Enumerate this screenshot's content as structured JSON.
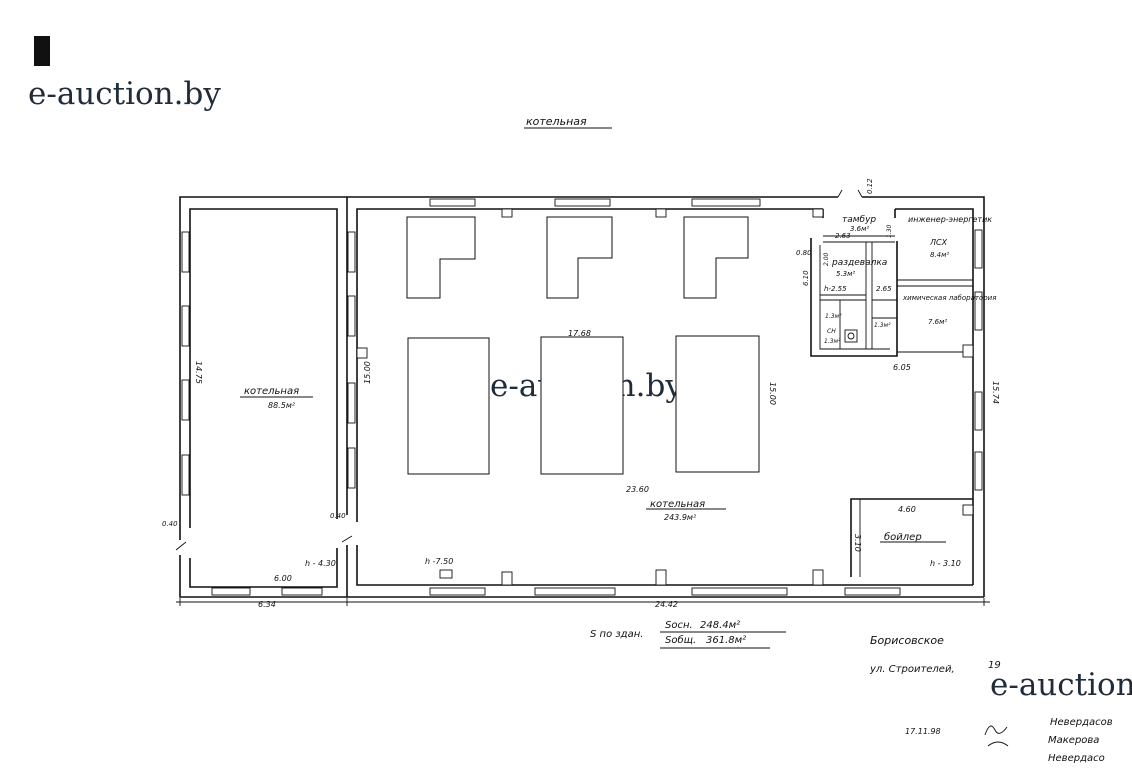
{
  "watermark": "e-auction.by",
  "header_title": "котельная",
  "rooms": {
    "boiler_left_name": "котельная",
    "boiler_left_area": "88.5м²",
    "boiler_main_name": "котельная",
    "boiler_main_area": "243.9м²",
    "vestibule_name": "тамбур",
    "vestibule_area": "3.6м²",
    "dispatch_name": "раздевалка",
    "dispatch_area": "5.3м²",
    "engineer_name": "инженер-энергетик",
    "engineer_sub": "ЛСХ",
    "engineer_area": "8.4м²",
    "lab_name": "химическая лаборатория",
    "lab_area": "7.6м²",
    "boiler_unit_name": "бойлер",
    "wc_label": "СН",
    "wc_area": "1.3м²",
    "shower_area": "1.3м²",
    "small_area": "1.3м²"
  },
  "dims": {
    "d1475": "14.75",
    "d1500a": "15.00",
    "d1500b": "15.00",
    "d1574": "15.74",
    "d1768": "17.68",
    "d2360": "23.60",
    "d460": "4.60",
    "d310": "3.10",
    "d605": "6.05",
    "d600": "6.00",
    "d634": "6.34",
    "d2442": "24.42",
    "d040a": "0.40",
    "d040b": "0.40",
    "d012": "0.12",
    "d080": "0.80",
    "d610": "6.10",
    "d200": "2.00",
    "d263": "2.63",
    "d265": "2.65",
    "d130": "1.30",
    "h_left": "h - 4.30",
    "h_mid": "h -7.50",
    "h_right": "h - 3.10",
    "h_small": "h-2.55"
  },
  "summary": {
    "label": "S по здан.",
    "main_label": "Sосн.",
    "main_value": "248.4м²",
    "total_label": "Sобщ.",
    "total_value": "361.8м²"
  },
  "stamp": {
    "org": "Борисовское",
    "address": "ул. Строителей,",
    "house": "19",
    "date": "17.11.98",
    "names": [
      "Невердасов",
      "Макерова",
      "Невердасо"
    ]
  }
}
